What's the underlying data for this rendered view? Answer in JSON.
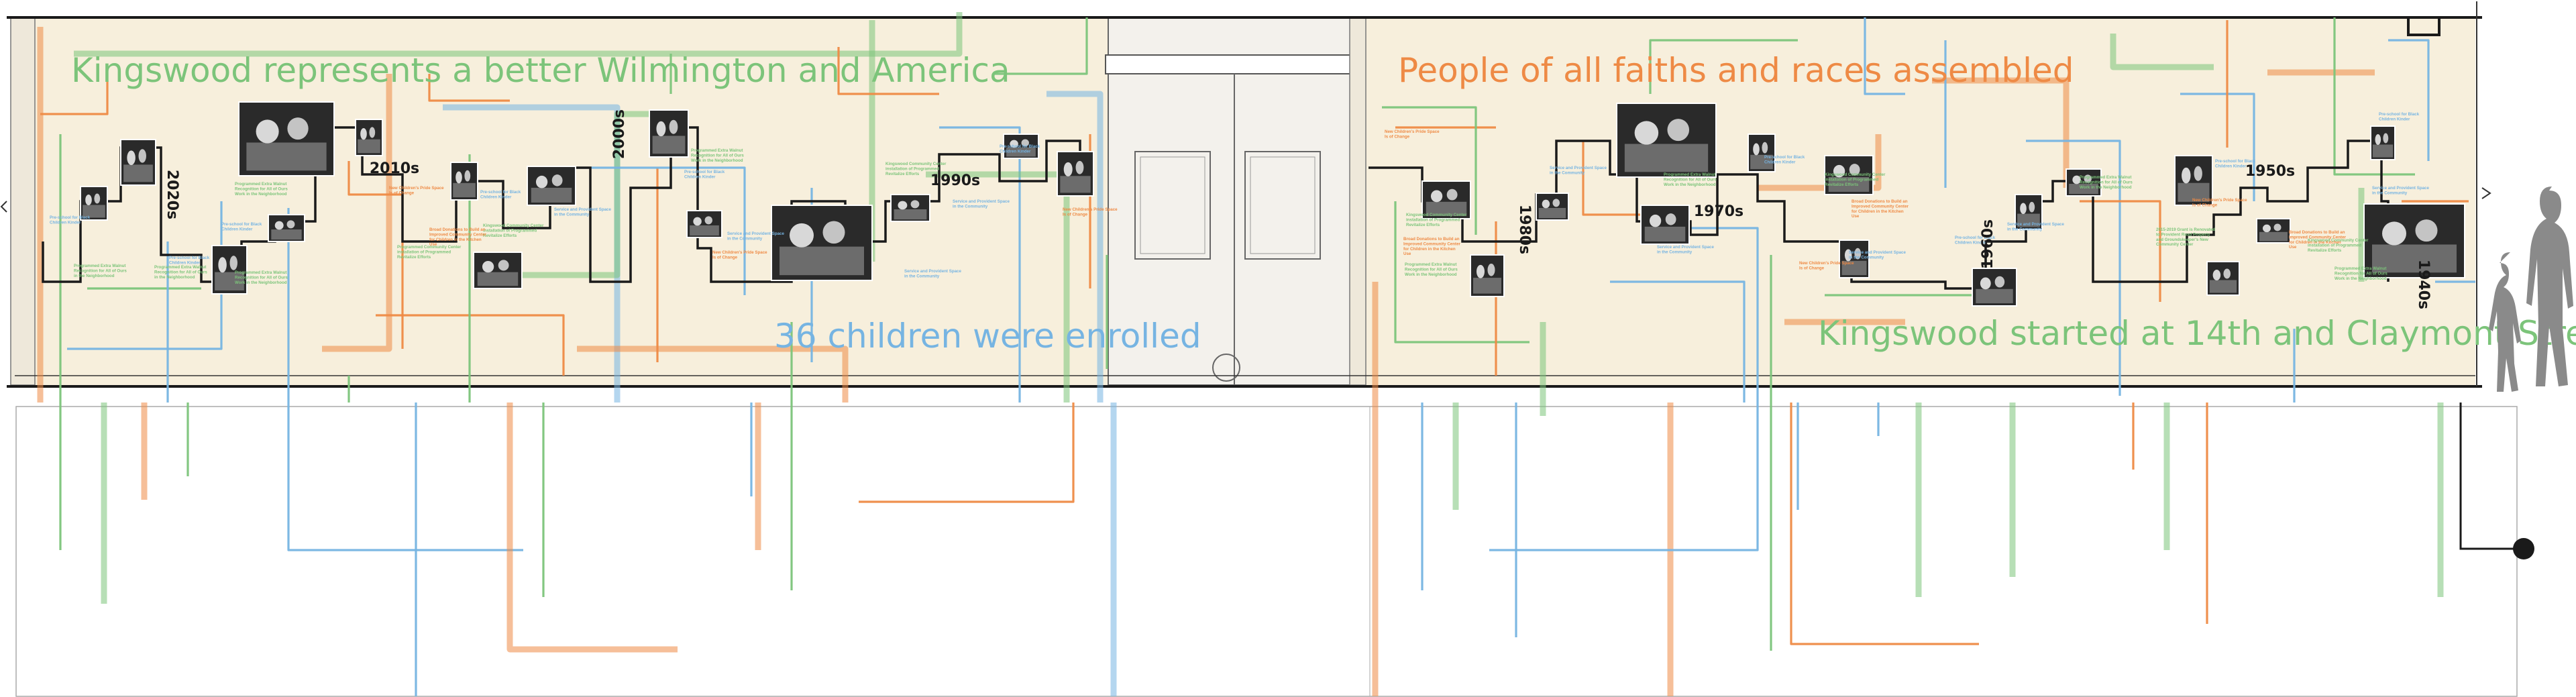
{
  "colors": {
    "wall": "#f7efdc",
    "green": "#7cc47a",
    "orange": "#ee8a45",
    "blue": "#76b4e2",
    "ink": "#1a1a1a"
  },
  "headlines": [
    {
      "text": "Kingswood represents a better Wilmington and America",
      "color": "green"
    },
    {
      "text": "36 children were enrolled",
      "color": "blue"
    },
    {
      "text": "People of all faiths and races assembled",
      "color": "orange"
    },
    {
      "text": "Kingswood started at 14th and Claymont Streets",
      "color": "green"
    }
  ],
  "decades": [
    "2020s",
    "2010s",
    "2000s",
    "1990s",
    "1980s",
    "1970s",
    "1960s",
    "1950s",
    "1940s"
  ],
  "events": [
    {
      "text": "Programmed Extra Walnut Recognition for All of Ours in the Neighborhood",
      "color": "green"
    },
    {
      "text": "Pre-school for Black Children Kinder",
      "color": "blue"
    },
    {
      "text": "Programmed Extra Walnut Recognition for All of Ours in the Neighborhood",
      "color": "green"
    },
    {
      "text": "Pre-school for Black Children Kinder",
      "color": "blue"
    },
    {
      "text": "Programmed Extra Walnut Recognition for All of Ours Work in the Neighborhood",
      "color": "green"
    },
    {
      "text": "Pre-school for Black Children Kinder",
      "color": "blue"
    },
    {
      "text": "New Children's Pride Space Is of Change",
      "color": "orange"
    },
    {
      "text": "Programmed Community Center installation of Programmed Revitalize Efforts",
      "color": "green"
    },
    {
      "text": "Programmed Extra Walnut Recognition for All of Ours Work in the Neighborhood",
      "color": "green"
    },
    {
      "text": "Kingswood Community Center installation of Programmed Revitalize Efforts",
      "color": "green"
    },
    {
      "text": "Pre-school for Black Children Kinder",
      "color": "blue"
    },
    {
      "text": "Broad Donations to Build an Improved Community Center for Children in the Kitchen Use",
      "color": "orange"
    },
    {
      "text": "Service and Provident Space in the Community",
      "color": "blue"
    },
    {
      "text": "Programmed Extra Walnut Recognition for All of Ours Work in the Neighborhood",
      "color": "green"
    },
    {
      "text": "New Children's Pride Space Is of Change",
      "color": "orange"
    },
    {
      "text": "Service and Provident Space in the Community",
      "color": "blue"
    },
    {
      "text": "Kingswood Community Center installation of Programmed Revitalize Efforts",
      "color": "green"
    },
    {
      "text": "Service and Provident Space in the Community",
      "color": "blue"
    },
    {
      "text": "Pre-school for Black Children Kinder",
      "color": "blue"
    },
    {
      "text": "New Children's Pride Space Is of Change",
      "color": "orange"
    },
    {
      "text": "Pre-school for Black Children Kinder",
      "color": "blue"
    },
    {
      "text": "Service and Provident Space in the Community",
      "color": "blue"
    },
    {
      "text": "New Children's Pride Space Is of Change",
      "color": "orange"
    },
    {
      "text": "Broad Donations to Build an Improved Community Center for Children in the Kitchen Use",
      "color": "orange"
    },
    {
      "text": "Kingswood Community Center installation of Programmed Revitalize Efforts",
      "color": "green"
    },
    {
      "text": "Programmed Extra Walnut Recognition for All of Ours Work in the Neighborhood",
      "color": "green"
    },
    {
      "text": "Service and Provident Space in the Community",
      "color": "blue"
    },
    {
      "text": "Programmed Extra Walnut Recognition for All of Ours Work in the Neighborhood",
      "color": "green"
    },
    {
      "text": "Service and Provident Space in the Community",
      "color": "blue"
    },
    {
      "text": "Pre-school for Black Children Kinder",
      "color": "blue"
    },
    {
      "text": "Kingswood Community Center installation of Programmed Revitalize Efforts",
      "color": "green"
    },
    {
      "text": "Broad Donations to Build an Improved Community Center for Children in the Kitchen Use",
      "color": "orange"
    },
    {
      "text": "New Children's Pride Space Is of Change",
      "color": "orange"
    },
    {
      "text": "Service and Provident Space in the Community",
      "color": "blue"
    },
    {
      "text": "Pre-school for Black Children Kinder",
      "color": "blue"
    },
    {
      "text": "Service and Provident Space in the Community",
      "color": "blue"
    },
    {
      "text": "Programmed Extra Walnut Recognition for All of Ours Work in the Neighborhood",
      "color": "green"
    },
    {
      "text": "2015-2019 Grant is Renovated to Provident Road Property and Groundskeeper's New Community Center",
      "color": "green"
    },
    {
      "text": "New Children's Pride Space Is of Change",
      "color": "orange"
    },
    {
      "text": "Pre-school for Black Children Kinder",
      "color": "blue"
    },
    {
      "text": "Broad Donations to Build an Improved Community Center for Children in the Kitchen Use",
      "color": "orange"
    },
    {
      "text": "Programmed Extra Walnut Recognition for All of Ours Work in the Neighborhood",
      "color": "green"
    },
    {
      "text": "Kingswood Community Center installation of Programmed Revitalize Efforts",
      "color": "green"
    },
    {
      "text": "Pre-school for Black Children Kinder",
      "color": "blue"
    },
    {
      "text": "Service and Provident Space in the Community",
      "color": "blue"
    }
  ]
}
